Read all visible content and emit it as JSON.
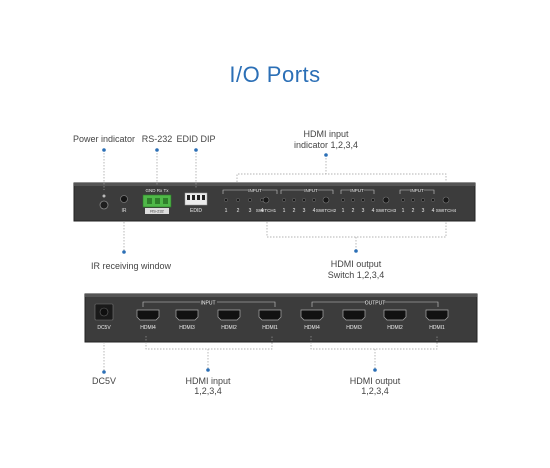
{
  "title": "I/O Ports",
  "front": {
    "labels": {
      "power_indicator": "Power indicator",
      "rs232": "RS-232",
      "edid_dip": "EDID DIP",
      "hdmi_input_indicator_l1": "HDMI input",
      "hdmi_input_indicator_l2": "indicator 1,2,3,4",
      "ir_window": "IR receiving window",
      "hdmi_output_switch_l1": "HDMI output",
      "hdmi_output_switch_l2": "Switch 1,2,3,4"
    },
    "panel_text": {
      "ir": "IR",
      "gnd_rx_tx": "GND Rx Tx",
      "rs232_tag": "RS-232",
      "edid": "EDID",
      "input": "INPUT",
      "port_numbers": [
        "1",
        "2",
        "3",
        "4"
      ],
      "switches": [
        "SWITCH1",
        "SWITCH2",
        "SWITCH3",
        "SWITCH4"
      ]
    }
  },
  "rear": {
    "labels": {
      "dc5v": "DC5V",
      "hdmi_input_l1": "HDMI input",
      "hdmi_input_l2": "1,2,3,4",
      "hdmi_output_l1": "HDMI output",
      "hdmi_output_l2": "1,2,3,4"
    },
    "panel_text": {
      "dc5v": "DC5V",
      "input": "INPUT",
      "output": "OUTPUT",
      "input_ports": [
        "HDMI4",
        "HDMI3",
        "HDMI2",
        "HDMI1"
      ],
      "output_ports": [
        "HDMI4",
        "HDMI3",
        "HDMI2",
        "HDMI1"
      ]
    }
  },
  "colors": {
    "accent": "#2b6fb6",
    "panel": "#3a3a3a",
    "connector": "#4fb848"
  }
}
